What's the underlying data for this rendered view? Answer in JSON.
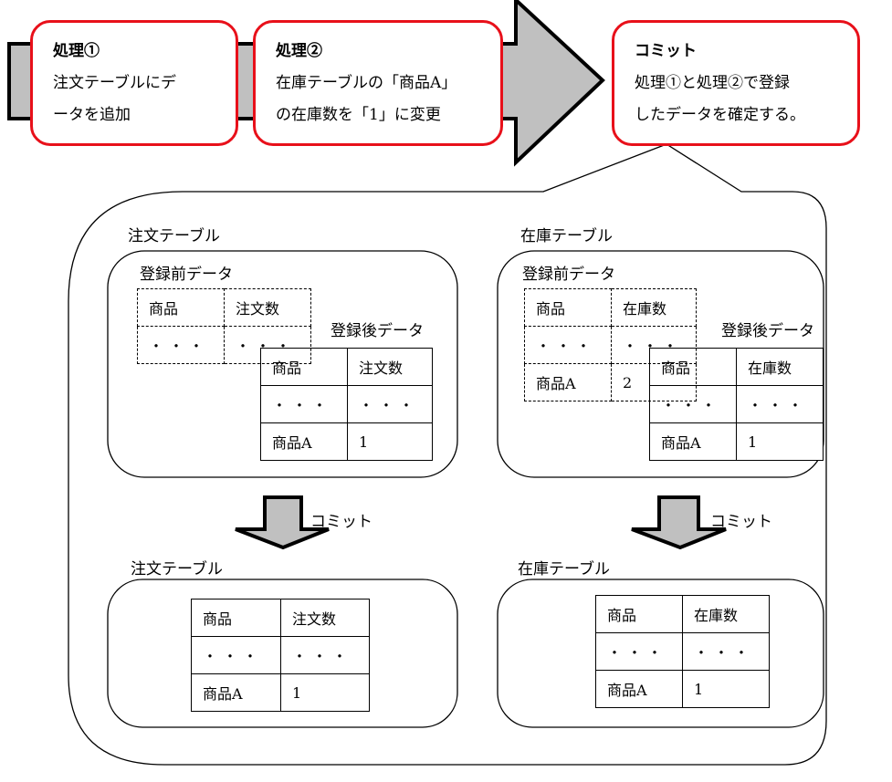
{
  "process_1": {
    "title": "処理①",
    "lines": [
      "注文テーブルにデ",
      "ータを追加"
    ]
  },
  "process_2": {
    "title": "処理②",
    "lines": [
      "在庫テーブルの「商品A」",
      "の在庫数を「1」に変更"
    ]
  },
  "commit_box": {
    "title": "コミット",
    "lines": [
      "処理①と処理②で登録",
      "したデータを確定する。"
    ]
  },
  "order_table": {
    "title": "注文テーブル",
    "before_label": "登録前データ",
    "after_label": "登録後データ",
    "headers": [
      "商品",
      "注文数"
    ],
    "before_rows": [
      [
        "・・・",
        "・・・"
      ]
    ],
    "after_rows": [
      [
        "・・・",
        "・・・"
      ],
      [
        "商品A",
        "1"
      ]
    ]
  },
  "stock_table": {
    "title": "在庫テーブル",
    "before_label": "登録前データ",
    "after_label": "登録後データ",
    "headers": [
      "商品",
      "在庫数"
    ],
    "before_rows": [
      [
        "・・・",
        "・・・"
      ],
      [
        "商品A",
        "2"
      ]
    ],
    "after_rows": [
      [
        "・・・",
        "・・・"
      ],
      [
        "商品A",
        "1"
      ]
    ]
  },
  "commit_arrow_label": "コミット",
  "order_result": {
    "title": "注文テーブル",
    "headers": [
      "商品",
      "注文数"
    ],
    "rows": [
      [
        "・・・",
        "・・・"
      ],
      [
        "商品A",
        "1"
      ]
    ]
  },
  "stock_result": {
    "title": "在庫テーブル",
    "headers": [
      "商品",
      "在庫数"
    ],
    "rows": [
      [
        "・・・",
        "・・・"
      ],
      [
        "商品A",
        "1"
      ]
    ]
  },
  "colors": {
    "box_border": "#e8101a",
    "arrow_fill": "#c0c0c0",
    "stroke": "#000000"
  }
}
